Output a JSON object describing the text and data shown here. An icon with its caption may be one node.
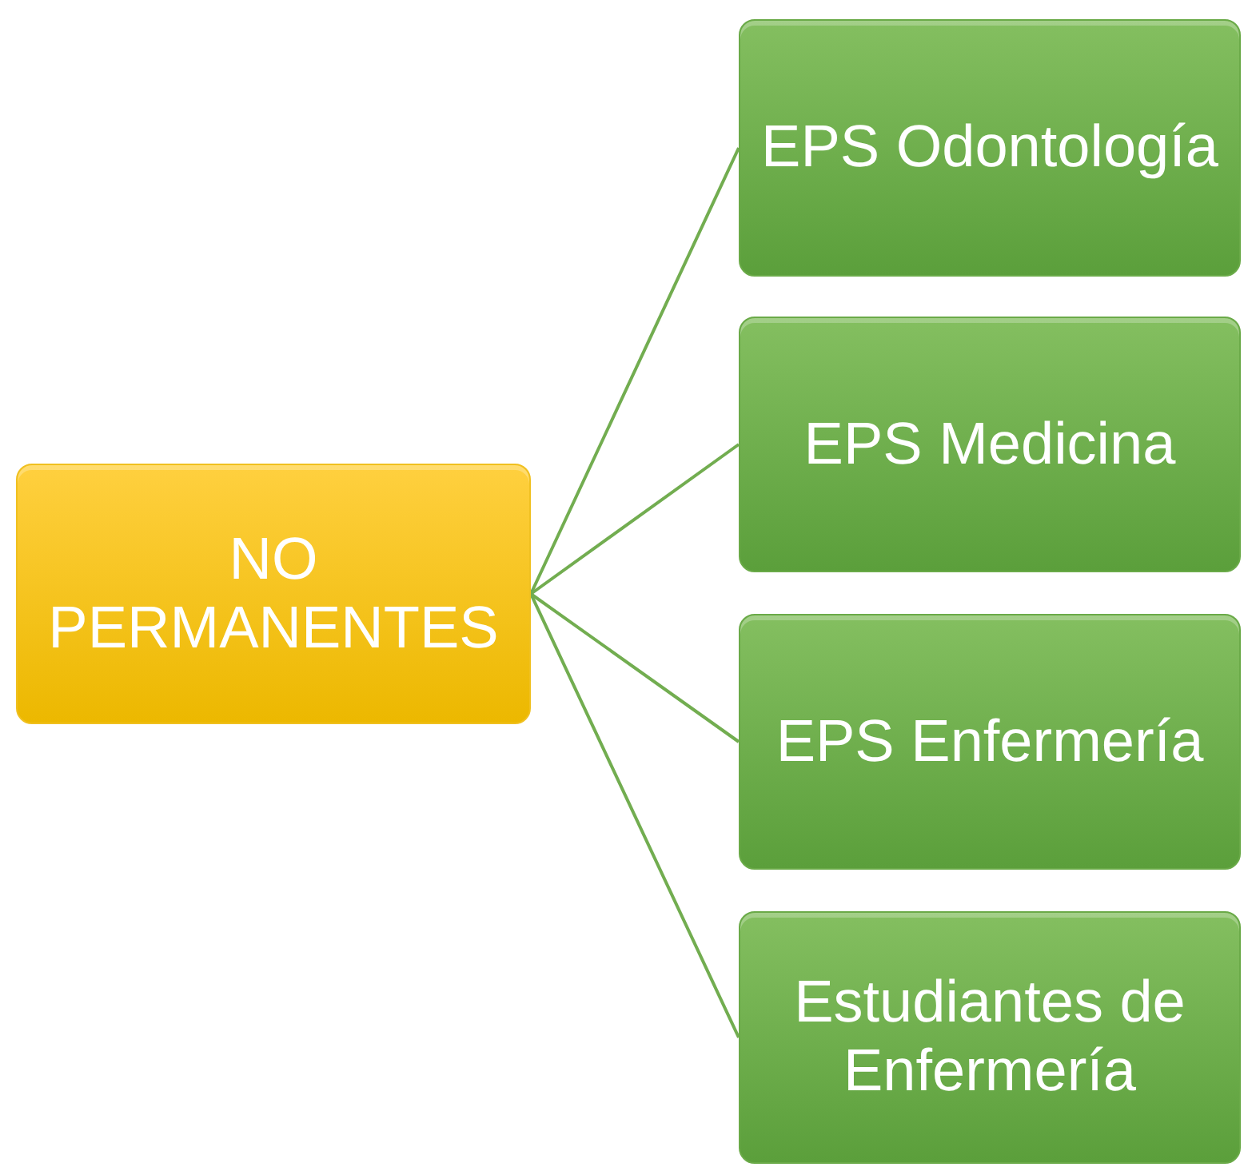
{
  "diagram": {
    "nodes": [
      {
        "text": [
          "NO PERMANENTES"
        ]
      },
      {
        "text": [
          "EPS Odontología"
        ]
      },
      {
        "text": [
          "EPS Medicina"
        ]
      },
      {
        "text": [
          "EPS Enfermería"
        ]
      },
      {
        "text": [
          "Estudiantes de Enfermería"
        ]
      }
    ],
    "edges": [
      {
        "from": 0,
        "to": 1,
        "arrow": "none"
      },
      {
        "from": 0,
        "to": 2,
        "arrow": "none"
      },
      {
        "from": 0,
        "to": 3,
        "arrow": "none"
      },
      {
        "from": 0,
        "to": 4,
        "arrow": "none"
      }
    ]
  }
}
